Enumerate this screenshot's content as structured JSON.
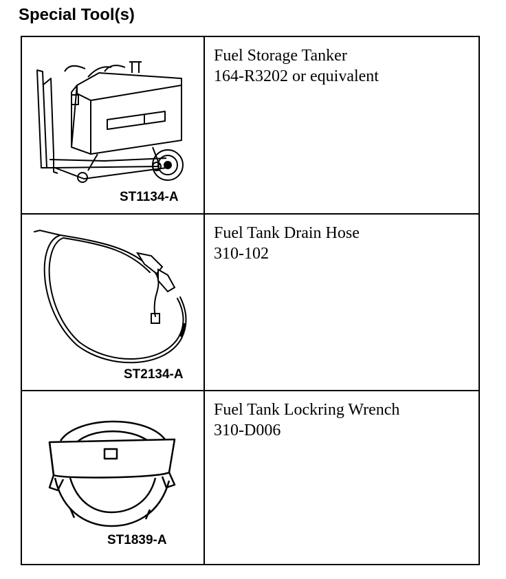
{
  "heading": "Special Tool(s)",
  "tools": [
    {
      "image_code": "ST1134-A",
      "name": "Fuel Storage Tanker",
      "part_number": "164-R3202 or equivalent",
      "illustration": "fuel-storage-tanker"
    },
    {
      "image_code": "ST2134-A",
      "name": "Fuel Tank Drain Hose",
      "part_number": "310-102",
      "illustration": "fuel-tank-drain-hose"
    },
    {
      "image_code": "ST1839-A",
      "name": "Fuel Tank Lockring Wrench",
      "part_number": "310-D006",
      "illustration": "fuel-tank-lockring-wrench"
    }
  ]
}
